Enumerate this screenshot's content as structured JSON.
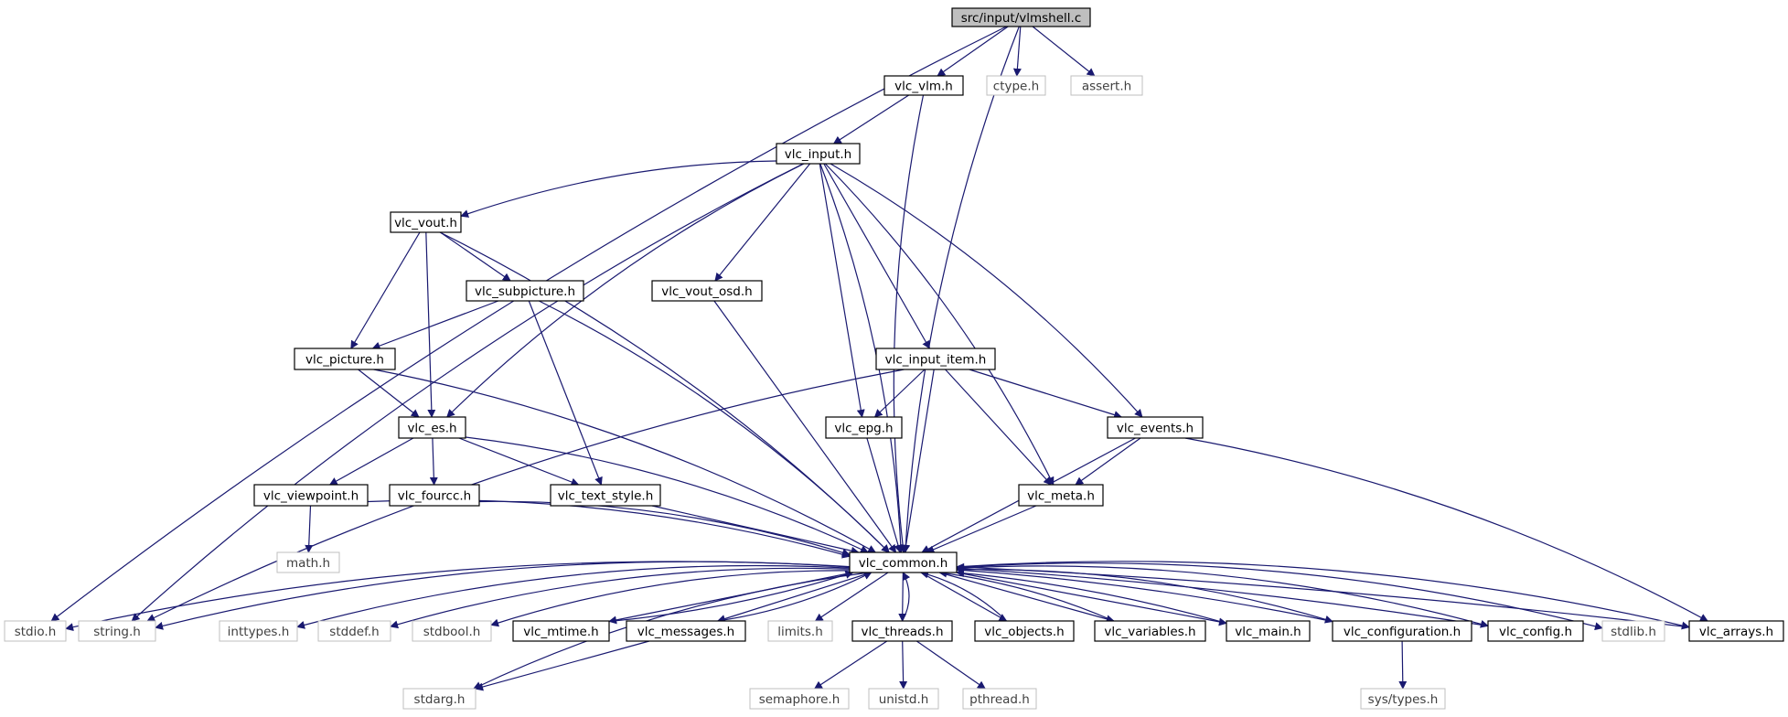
{
  "graph": {
    "root": "src/input/vlmshell.c",
    "colors": {
      "edge": "#191970",
      "node_border": "#000000",
      "node_border_system": "#bfbfbf",
      "system_text": "#404040",
      "root_fill": "#bfbfbf",
      "node_fill": "#ffffff"
    },
    "nodes": [
      {
        "id": "root",
        "label": "src/input/vlmshell.c",
        "kind": "root"
      },
      {
        "id": "vlc_vlm",
        "label": "vlc_vlm.h",
        "kind": "file"
      },
      {
        "id": "ctype",
        "label": "ctype.h",
        "kind": "system"
      },
      {
        "id": "assert",
        "label": "assert.h",
        "kind": "system"
      },
      {
        "id": "vlc_input",
        "label": "vlc_input.h",
        "kind": "file"
      },
      {
        "id": "vlc_vout",
        "label": "vlc_vout.h",
        "kind": "file"
      },
      {
        "id": "vlc_subpicture",
        "label": "vlc_subpicture.h",
        "kind": "file"
      },
      {
        "id": "vlc_vout_osd",
        "label": "vlc_vout_osd.h",
        "kind": "file"
      },
      {
        "id": "vlc_picture",
        "label": "vlc_picture.h",
        "kind": "file"
      },
      {
        "id": "vlc_input_item",
        "label": "vlc_input_item.h",
        "kind": "file"
      },
      {
        "id": "vlc_es",
        "label": "vlc_es.h",
        "kind": "file"
      },
      {
        "id": "vlc_epg",
        "label": "vlc_epg.h",
        "kind": "file"
      },
      {
        "id": "vlc_events",
        "label": "vlc_events.h",
        "kind": "file"
      },
      {
        "id": "vlc_viewpoint",
        "label": "vlc_viewpoint.h",
        "kind": "file"
      },
      {
        "id": "vlc_fourcc",
        "label": "vlc_fourcc.h",
        "kind": "file"
      },
      {
        "id": "vlc_text_style",
        "label": "vlc_text_style.h",
        "kind": "file"
      },
      {
        "id": "vlc_meta",
        "label": "vlc_meta.h",
        "kind": "file"
      },
      {
        "id": "math",
        "label": "math.h",
        "kind": "system"
      },
      {
        "id": "vlc_common",
        "label": "vlc_common.h",
        "kind": "file"
      },
      {
        "id": "stdio",
        "label": "stdio.h",
        "kind": "system"
      },
      {
        "id": "string",
        "label": "string.h",
        "kind": "system"
      },
      {
        "id": "inttypes",
        "label": "inttypes.h",
        "kind": "system"
      },
      {
        "id": "stddef",
        "label": "stddef.h",
        "kind": "system"
      },
      {
        "id": "stdbool",
        "label": "stdbool.h",
        "kind": "system"
      },
      {
        "id": "vlc_mtime",
        "label": "vlc_mtime.h",
        "kind": "file"
      },
      {
        "id": "vlc_messages",
        "label": "vlc_messages.h",
        "kind": "file"
      },
      {
        "id": "limits",
        "label": "limits.h",
        "kind": "system"
      },
      {
        "id": "vlc_threads",
        "label": "vlc_threads.h",
        "kind": "file"
      },
      {
        "id": "vlc_objects",
        "label": "vlc_objects.h",
        "kind": "file"
      },
      {
        "id": "vlc_variables",
        "label": "vlc_variables.h",
        "kind": "file"
      },
      {
        "id": "vlc_main",
        "label": "vlc_main.h",
        "kind": "file"
      },
      {
        "id": "vlc_configuration",
        "label": "vlc_configuration.h",
        "kind": "file"
      },
      {
        "id": "vlc_config",
        "label": "vlc_config.h",
        "kind": "file"
      },
      {
        "id": "stdlib",
        "label": "stdlib.h",
        "kind": "system"
      },
      {
        "id": "vlc_arrays",
        "label": "vlc_arrays.h",
        "kind": "file"
      },
      {
        "id": "stdarg",
        "label": "stdarg.h",
        "kind": "system"
      },
      {
        "id": "semaphore",
        "label": "semaphore.h",
        "kind": "system"
      },
      {
        "id": "unistd",
        "label": "unistd.h",
        "kind": "system"
      },
      {
        "id": "pthread",
        "label": "pthread.h",
        "kind": "system"
      },
      {
        "id": "sys_types",
        "label": "sys/types.h",
        "kind": "system"
      }
    ],
    "edges": [
      [
        "root",
        "vlc_vlm"
      ],
      [
        "root",
        "ctype"
      ],
      [
        "root",
        "assert"
      ],
      [
        "root",
        "stdio"
      ],
      [
        "root",
        "vlc_common"
      ],
      [
        "vlc_vlm",
        "vlc_input"
      ],
      [
        "vlc_vlm",
        "vlc_common"
      ],
      [
        "vlc_input",
        "vlc_vout"
      ],
      [
        "vlc_input",
        "string"
      ],
      [
        "vlc_input",
        "vlc_es"
      ],
      [
        "vlc_input",
        "vlc_vout_osd"
      ],
      [
        "vlc_input",
        "vlc_common"
      ],
      [
        "vlc_input",
        "vlc_epg"
      ],
      [
        "vlc_input",
        "vlc_input_item"
      ],
      [
        "vlc_input",
        "vlc_events"
      ],
      [
        "vlc_input",
        "vlc_meta"
      ],
      [
        "vlc_vout",
        "vlc_subpicture"
      ],
      [
        "vlc_vout",
        "vlc_picture"
      ],
      [
        "vlc_vout",
        "vlc_es"
      ],
      [
        "vlc_vout",
        "vlc_common"
      ],
      [
        "vlc_subpicture",
        "vlc_picture"
      ],
      [
        "vlc_subpicture",
        "vlc_text_style"
      ],
      [
        "vlc_subpicture",
        "vlc_common"
      ],
      [
        "vlc_vout_osd",
        "vlc_common"
      ],
      [
        "vlc_picture",
        "vlc_es"
      ],
      [
        "vlc_picture",
        "vlc_common"
      ],
      [
        "vlc_input_item",
        "vlc_epg"
      ],
      [
        "vlc_input_item",
        "vlc_events"
      ],
      [
        "vlc_input_item",
        "vlc_meta"
      ],
      [
        "vlc_input_item",
        "vlc_common"
      ],
      [
        "vlc_input_item",
        "string"
      ],
      [
        "vlc_es",
        "vlc_viewpoint"
      ],
      [
        "vlc_es",
        "vlc_fourcc"
      ],
      [
        "vlc_es",
        "vlc_text_style"
      ],
      [
        "vlc_es",
        "vlc_common"
      ],
      [
        "vlc_epg",
        "vlc_common"
      ],
      [
        "vlc_events",
        "vlc_meta"
      ],
      [
        "vlc_events",
        "vlc_common"
      ],
      [
        "vlc_events",
        "vlc_arrays"
      ],
      [
        "vlc_viewpoint",
        "math"
      ],
      [
        "vlc_viewpoint",
        "vlc_common"
      ],
      [
        "vlc_fourcc",
        "vlc_common"
      ],
      [
        "vlc_text_style",
        "vlc_common"
      ],
      [
        "vlc_meta",
        "vlc_common"
      ],
      [
        "vlc_common",
        "stdio"
      ],
      [
        "vlc_common",
        "string"
      ],
      [
        "vlc_common",
        "inttypes"
      ],
      [
        "vlc_common",
        "stddef"
      ],
      [
        "vlc_common",
        "stdbool"
      ],
      [
        "vlc_common",
        "vlc_mtime"
      ],
      [
        "vlc_common",
        "vlc_messages"
      ],
      [
        "vlc_common",
        "limits"
      ],
      [
        "vlc_common",
        "vlc_threads"
      ],
      [
        "vlc_common",
        "vlc_objects"
      ],
      [
        "vlc_common",
        "vlc_variables"
      ],
      [
        "vlc_common",
        "vlc_main"
      ],
      [
        "vlc_common",
        "vlc_configuration"
      ],
      [
        "vlc_common",
        "vlc_config"
      ],
      [
        "vlc_common",
        "stdlib"
      ],
      [
        "vlc_common",
        "vlc_arrays"
      ],
      [
        "vlc_common",
        "stdarg"
      ],
      [
        "vlc_mtime",
        "vlc_common"
      ],
      [
        "vlc_messages",
        "vlc_common"
      ],
      [
        "vlc_messages",
        "stdarg"
      ],
      [
        "vlc_threads",
        "vlc_common"
      ],
      [
        "vlc_threads",
        "semaphore"
      ],
      [
        "vlc_threads",
        "unistd"
      ],
      [
        "vlc_threads",
        "pthread"
      ],
      [
        "vlc_objects",
        "vlc_common"
      ],
      [
        "vlc_variables",
        "vlc_common"
      ],
      [
        "vlc_main",
        "vlc_common"
      ],
      [
        "vlc_configuration",
        "vlc_common"
      ],
      [
        "vlc_configuration",
        "sys_types"
      ],
      [
        "vlc_config",
        "vlc_common"
      ],
      [
        "vlc_arrays",
        "vlc_common"
      ]
    ]
  }
}
